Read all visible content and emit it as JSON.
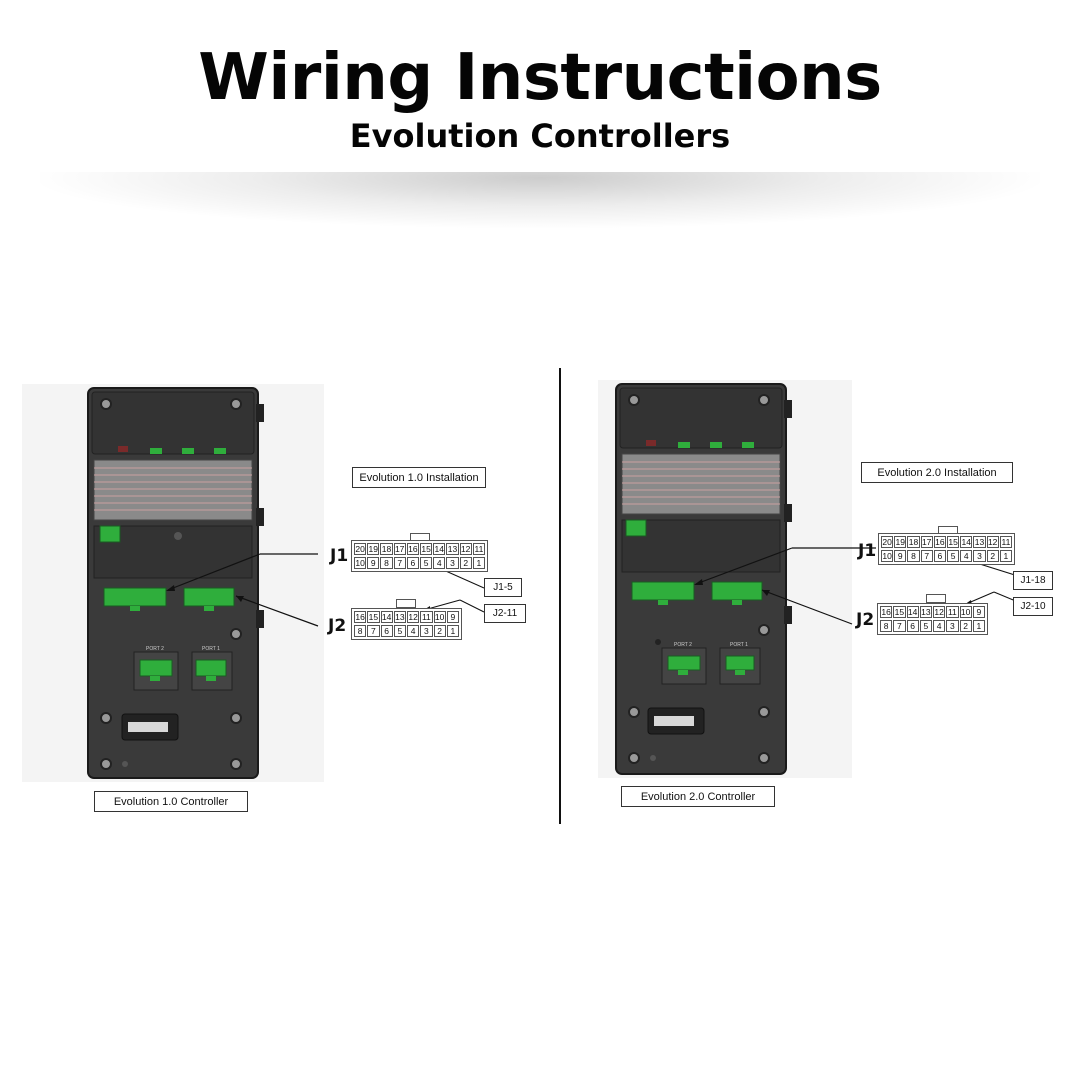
{
  "header": {
    "title": "Wiring Instructions",
    "subtitle": "Evolution Controllers"
  },
  "panels": [
    {
      "installation_label": "Evolution 1.0 Installation",
      "controller_label": "Evolution 1.0 Controller",
      "j1_tag": "J1",
      "j2_tag": "J2",
      "j1_callout": "J1-5",
      "j2_callout": "J2-11",
      "port_labels": [
        "PORT 2",
        "PORT 1"
      ],
      "j1_pins": {
        "top": [
          "20",
          "19",
          "18",
          "17",
          "16",
          "15",
          "14",
          "13",
          "12",
          "11"
        ],
        "bottom": [
          "10",
          "9",
          "8",
          "7",
          "6",
          "5",
          "4",
          "3",
          "2",
          "1"
        ]
      },
      "j2_pins": {
        "top": [
          "16",
          "15",
          "14",
          "13",
          "12",
          "11",
          "10",
          "9"
        ],
        "bottom": [
          "8",
          "7",
          "6",
          "5",
          "4",
          "3",
          "2",
          "1"
        ]
      }
    },
    {
      "installation_label": "Evolution 2.0 Installation",
      "controller_label": "Evolution 2.0 Controller",
      "j1_tag": "J1",
      "j2_tag": "J2",
      "j1_callout": "J1-18",
      "j2_callout": "J2-10",
      "port_labels": [
        "PORT 2",
        "PORT 1"
      ],
      "j1_pins": {
        "top": [
          "20",
          "19",
          "18",
          "17",
          "16",
          "15",
          "14",
          "13",
          "12",
          "11"
        ],
        "bottom": [
          "10",
          "9",
          "8",
          "7",
          "6",
          "5",
          "4",
          "3",
          "2",
          "1"
        ]
      },
      "j2_pins": {
        "top": [
          "16",
          "15",
          "14",
          "13",
          "12",
          "11",
          "10",
          "9"
        ],
        "bottom": [
          "8",
          "7",
          "6",
          "5",
          "4",
          "3",
          "2",
          "1"
        ]
      }
    }
  ],
  "colors": {
    "controller_body": "#3a3a3a",
    "connector_green": "#2fae3c",
    "heatsink": "#8a8a8a"
  }
}
